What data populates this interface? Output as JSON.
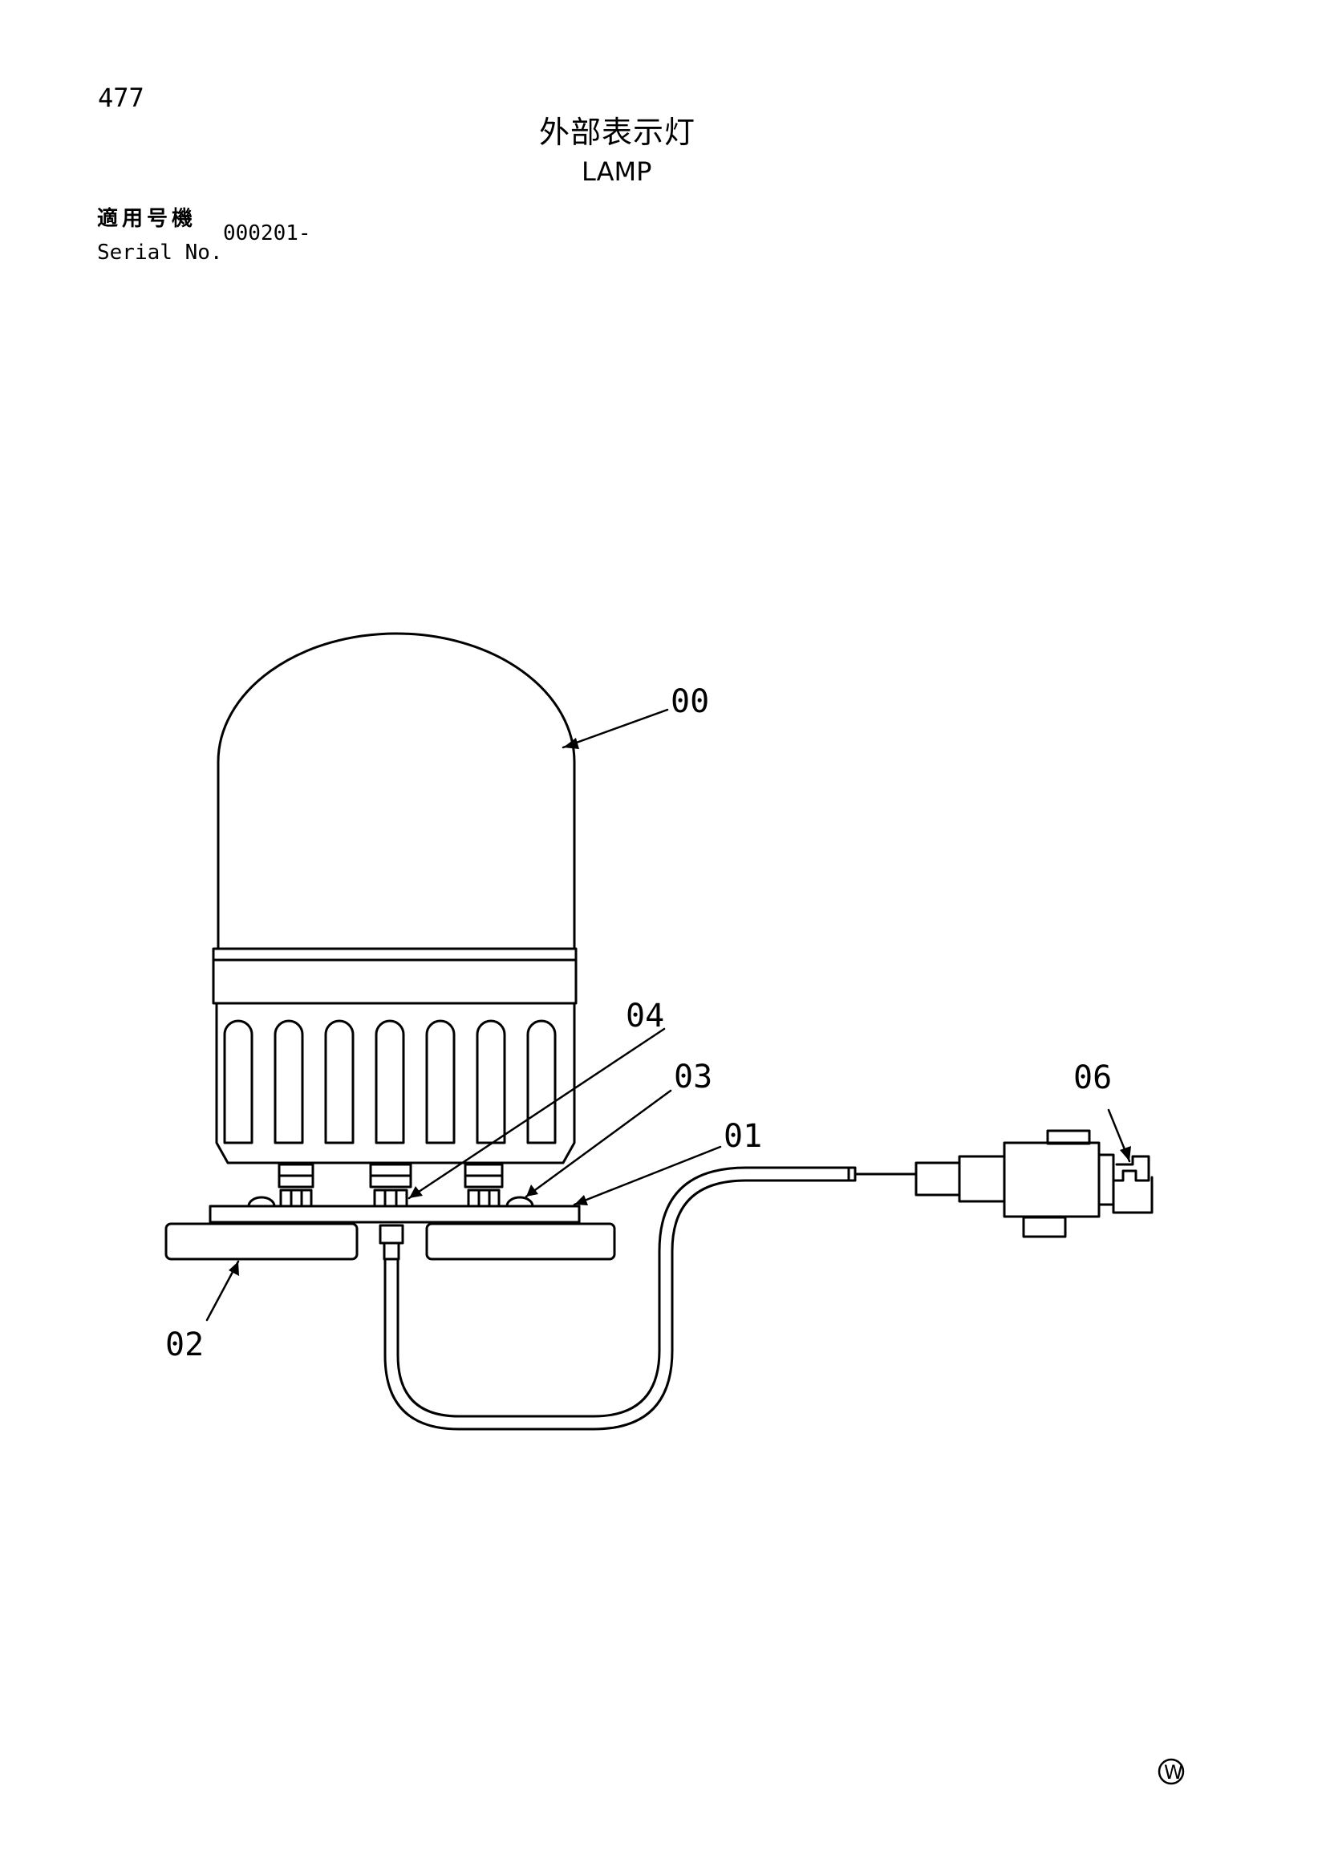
{
  "header": {
    "page_number": "477",
    "title_jp": "外部表示灯",
    "title_en": "LAMP",
    "serial_label_jp": "適用号機",
    "serial_label_en": "Serial No.",
    "serial_value": "000201-"
  },
  "callouts": {
    "dome": "00",
    "base_plate": "01",
    "magnet_pad": "02",
    "screw": "03",
    "nut": "04",
    "connector": "06"
  },
  "footer": {
    "mark": "W"
  }
}
